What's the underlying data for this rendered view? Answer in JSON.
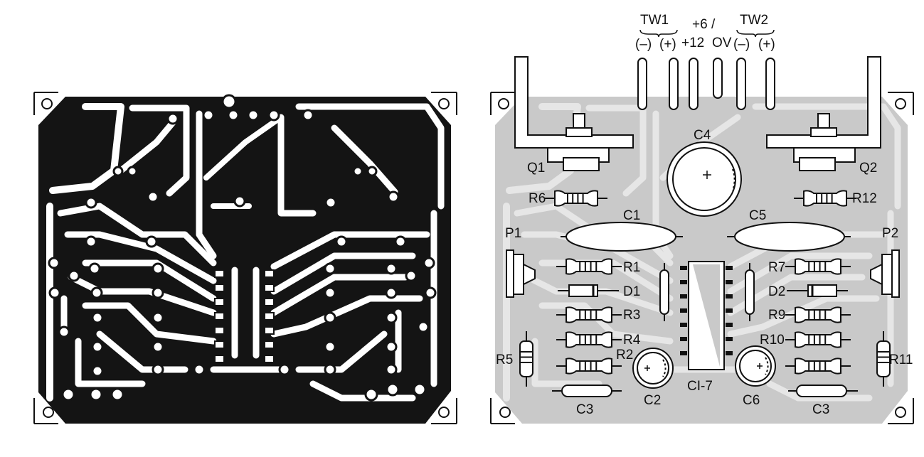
{
  "header": {
    "tw1": "TW1",
    "tw1_minus": "(–)",
    "tw1_plus": "(+)",
    "supply_top": "+6 /",
    "supply_bottom": "+12",
    "ground": "OV",
    "tw2": "TW2",
    "tw2_minus": "(–)",
    "tw2_plus": "(+)"
  },
  "components": {
    "q1": "Q1",
    "q2": "Q2",
    "c4": "C4",
    "r6": "R6",
    "r12": "R12",
    "c1": "C1",
    "c5": "C5",
    "p1": "P1",
    "p2": "P2",
    "r1": "R1",
    "r7": "R7",
    "d1": "D1",
    "d2": "D2",
    "r3": "R3",
    "r9": "R9",
    "r4": "R4",
    "r10": "R10",
    "r2": "R2",
    "r5": "R5",
    "r11": "R11",
    "c2": "C2",
    "c6": "C6",
    "ic": "CI-7",
    "c3_left": "C3",
    "c3_right": "C3"
  },
  "colors": {
    "copper": "#141414",
    "silk_board": "#c9c9c9",
    "ink": "#111111",
    "paper": "#ffffff"
  }
}
